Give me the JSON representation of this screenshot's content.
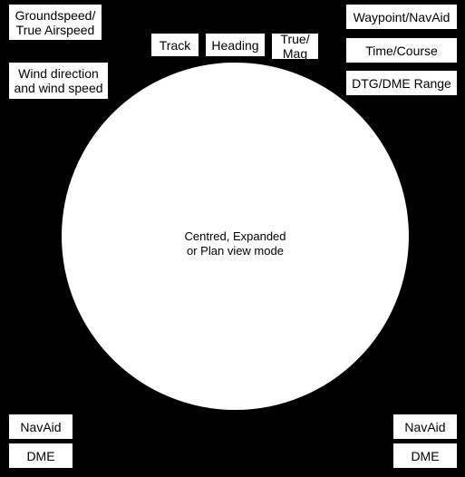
{
  "display": {
    "center_label": "Centred, Expanded\nor Plan view mode"
  },
  "top_left": {
    "groundspeed": "Groundspeed/\nTrue Airspeed",
    "wind": "Wind direction\nand wind speed"
  },
  "top_center": {
    "track": "Track",
    "heading": "Heading",
    "true_mag": "True/\nMag"
  },
  "top_right": {
    "waypoint": "Waypoint/NavAid",
    "time_course": "Time/Course",
    "dtg_dme": "DTG/DME Range"
  },
  "bottom_left": {
    "navaid": "NavAid",
    "dme": "DME"
  },
  "bottom_right": {
    "navaid": "NavAid",
    "dme": "DME"
  }
}
